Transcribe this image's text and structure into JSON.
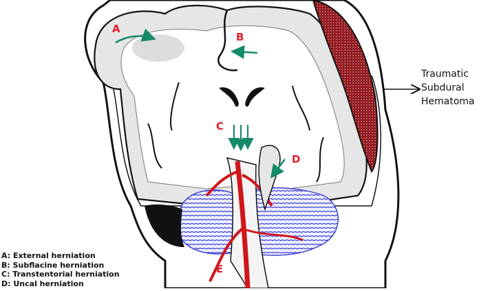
{
  "labels": {
    "a": "A",
    "b": "B",
    "c": "C",
    "d": "D",
    "e": "E"
  },
  "callout": {
    "line1": "Traumatic",
    "line2": "Subdural",
    "line3": "Hematoma"
  },
  "legend": {
    "a": "A: External herniation",
    "b": "B: Subflacine herniation",
    "c": "C: Transtentorial herniation",
    "d": "D: Uncal herniation"
  },
  "colors": {
    "hematoma": "#9b1b1f",
    "arrow_green": "#138a6a",
    "label_red": "#e0202a",
    "vessel_red": "#d0151b",
    "cerebellum_blue": "#3b3fd6",
    "grey_matter": "#e6e6e6",
    "outline": "#111111"
  }
}
